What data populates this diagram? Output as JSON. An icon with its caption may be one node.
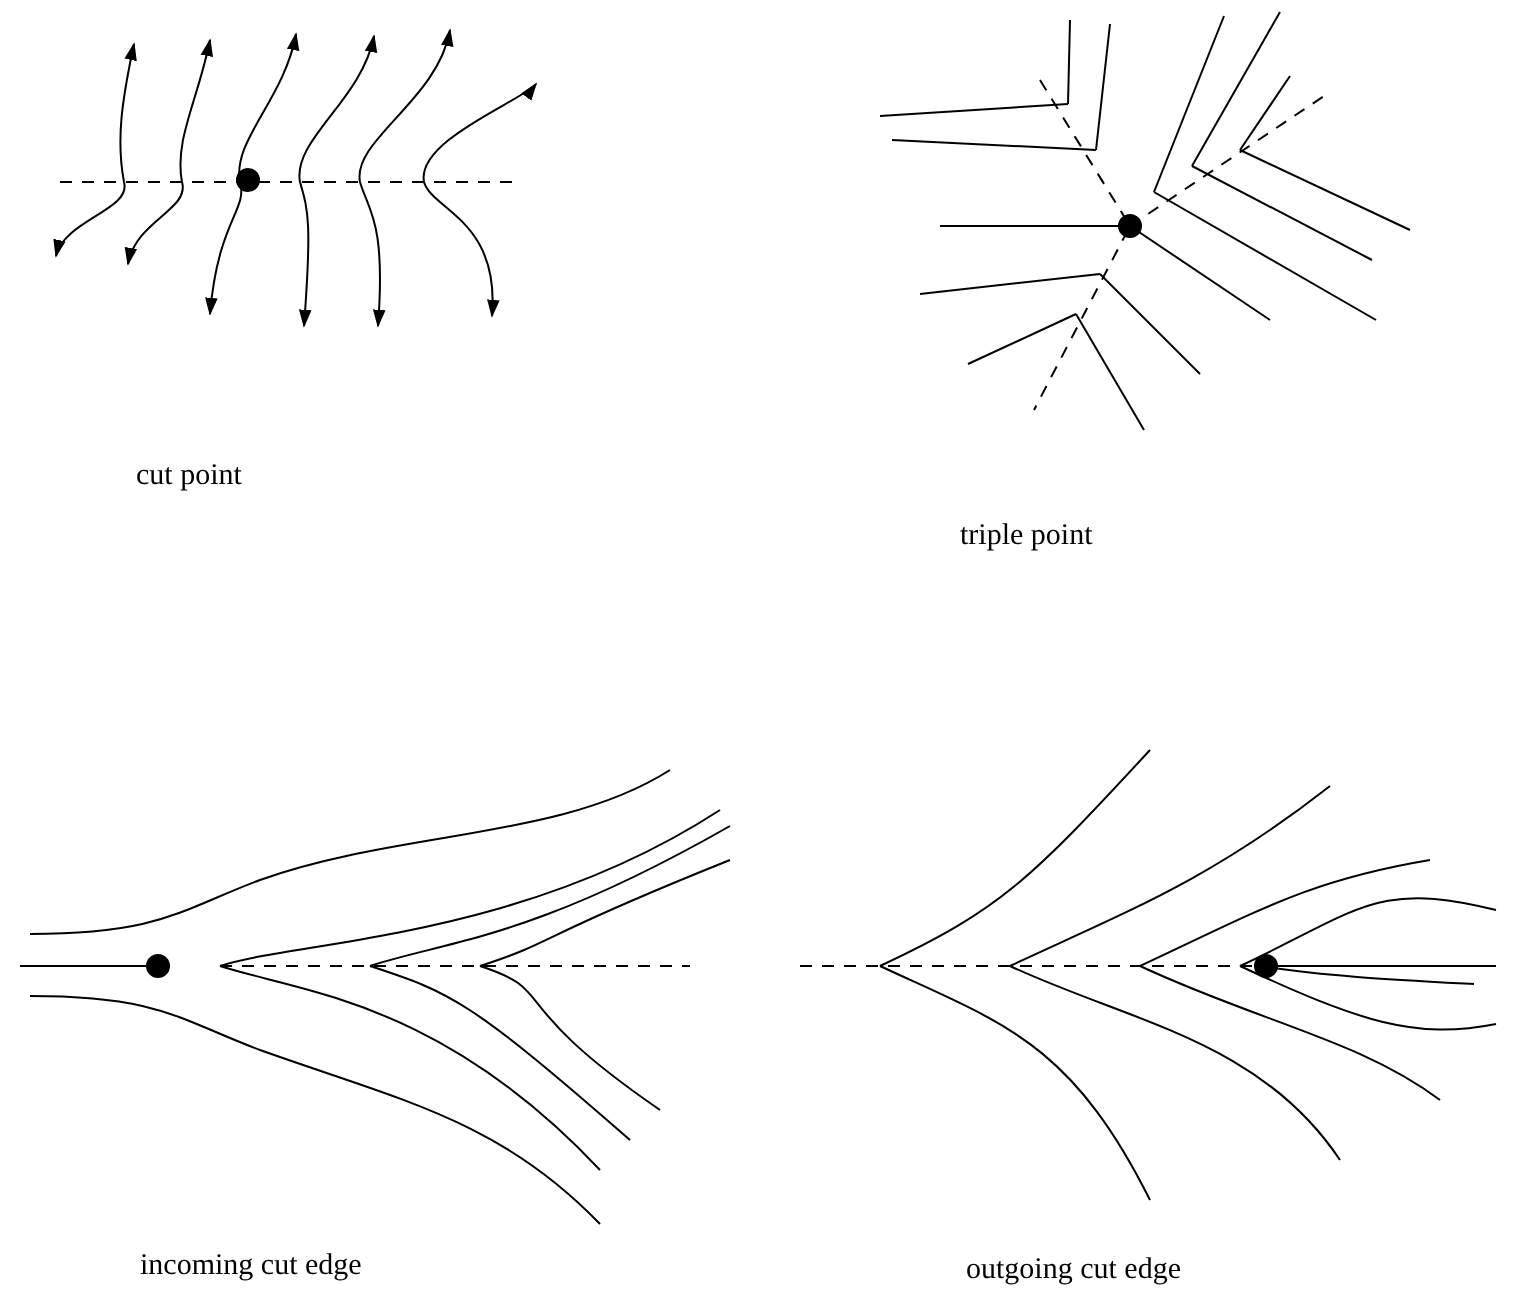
{
  "diagram": {
    "labels": [
      "cut point",
      "triple point",
      "incoming cut edge",
      "outgoing cut edge"
    ]
  }
}
